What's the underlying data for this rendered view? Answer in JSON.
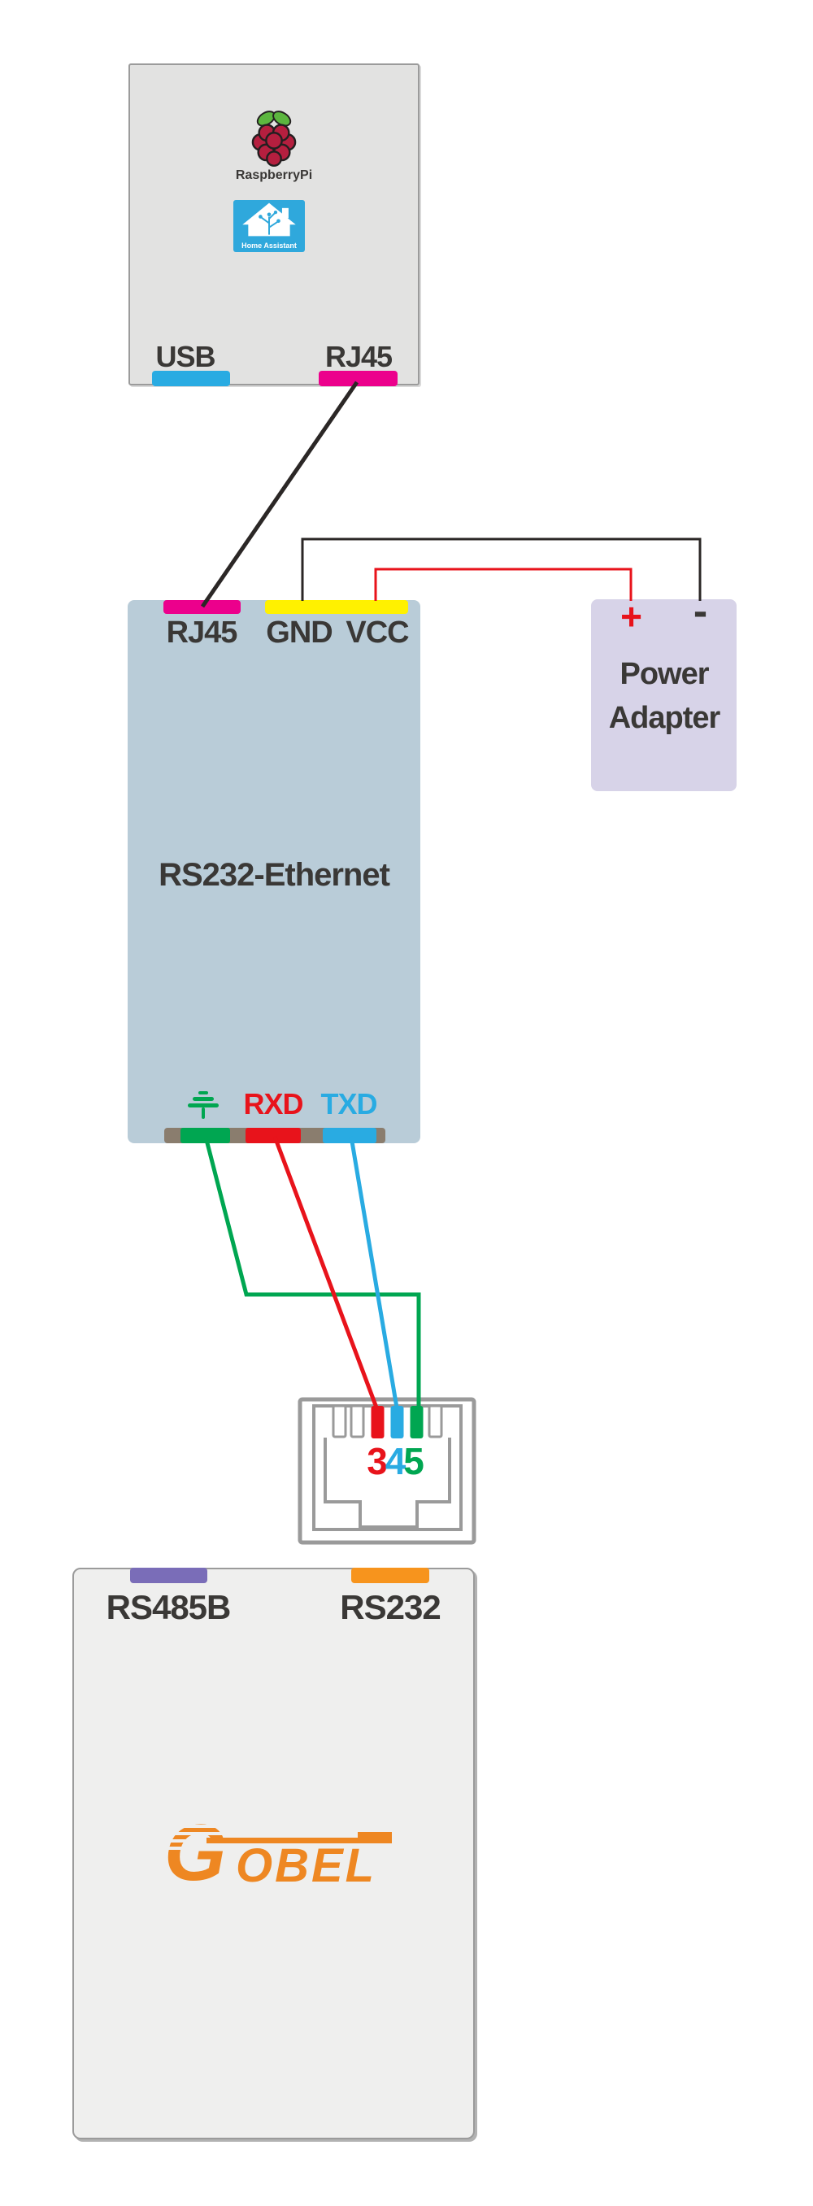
{
  "colors": {
    "magenta": "#ec008c",
    "usb_blue": "#29abe2",
    "yellow": "#fff100",
    "green": "#00a651",
    "red": "#e8131b",
    "purple": "#7a6db8",
    "orange": "#f7941d",
    "gobel_orange": "#ee8722",
    "wire_black": "#2b2726",
    "pin_bar_gray": "#8a7d6e",
    "jack_gray": "#9a9a9a",
    "text_dark": "#3a3836",
    "ha_blue": "#2fa8dc",
    "berry_red": "#b51f3f",
    "leaf_green": "#5cb63f",
    "pi_box_bg": "#e2e2e1",
    "converter_bg": "#b9ccd8",
    "adapter_bg": "#d7d3e8",
    "gobel_bg": "#efefee",
    "box_border": "#9b9b9b"
  },
  "pi_box": {
    "brand": "RaspberryPi",
    "ha_label": "Home Assistant",
    "usb_port": "USB",
    "rj45_port": "RJ45"
  },
  "converter": {
    "rj45_port": "RJ45",
    "gnd_port": "GND",
    "vcc_port": "VCC",
    "name": "RS232-Ethernet",
    "rxd_port": "RXD",
    "txd_port": "TXD"
  },
  "power_adapter": {
    "plus": "+",
    "minus": "-",
    "name_line1": "Power",
    "name_line2": "Adapter"
  },
  "rj45_jack": {
    "pin3": "3",
    "pin4": "4",
    "pin5": "5"
  },
  "gobel_device": {
    "rs485b_port": "RS485B",
    "rs232_port": "RS232",
    "brand_initial": "G",
    "brand_rest": "OBEL"
  }
}
